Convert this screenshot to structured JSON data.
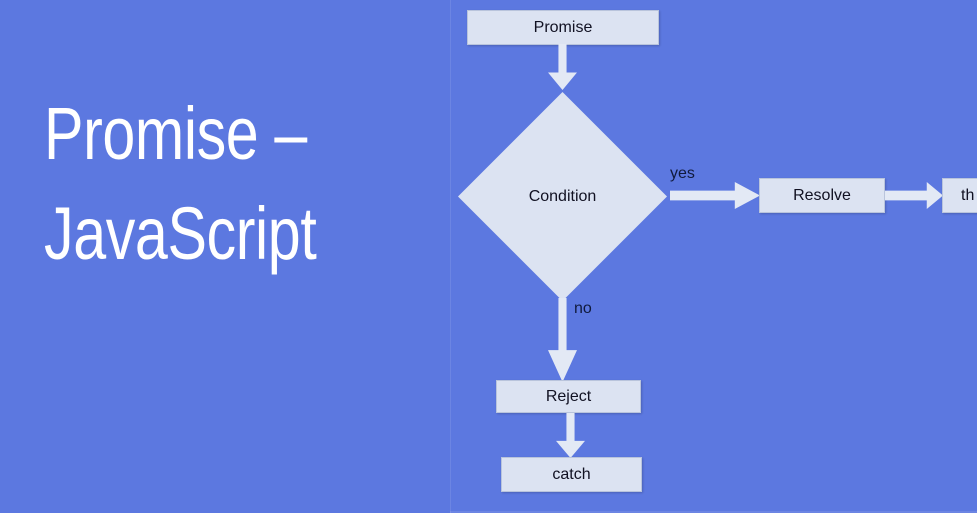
{
  "slide": {
    "title": "Promise –\nJavaScript",
    "background_color": "#5c78e0",
    "node_fill_color": "#dce3f2",
    "node_border_color": "#b9c4dc",
    "arrow_color": "#e3e9f5",
    "node_text_color": "#111122",
    "title_text_color": "#ffffff"
  },
  "flowchart": {
    "type": "flowchart",
    "nodes": [
      {
        "id": "promise",
        "label": "Promise",
        "shape": "rectangle"
      },
      {
        "id": "condition",
        "label": "Condition",
        "shape": "diamond"
      },
      {
        "id": "resolve",
        "label": "Resolve",
        "shape": "rectangle"
      },
      {
        "id": "then",
        "label": "th",
        "shape": "rectangle"
      },
      {
        "id": "reject",
        "label": "Reject",
        "shape": "rectangle"
      },
      {
        "id": "catch",
        "label": "catch",
        "shape": "rectangle"
      }
    ],
    "edges": [
      {
        "from": "promise",
        "to": "condition",
        "label": "",
        "direction": "down"
      },
      {
        "from": "condition",
        "to": "resolve",
        "label": "yes",
        "direction": "right"
      },
      {
        "from": "resolve",
        "to": "then",
        "label": "",
        "direction": "right"
      },
      {
        "from": "condition",
        "to": "reject",
        "label": "no",
        "direction": "down"
      },
      {
        "from": "reject",
        "to": "catch",
        "label": "",
        "direction": "down"
      }
    ],
    "edge_labels": {
      "yes": "yes",
      "no": "no"
    }
  }
}
